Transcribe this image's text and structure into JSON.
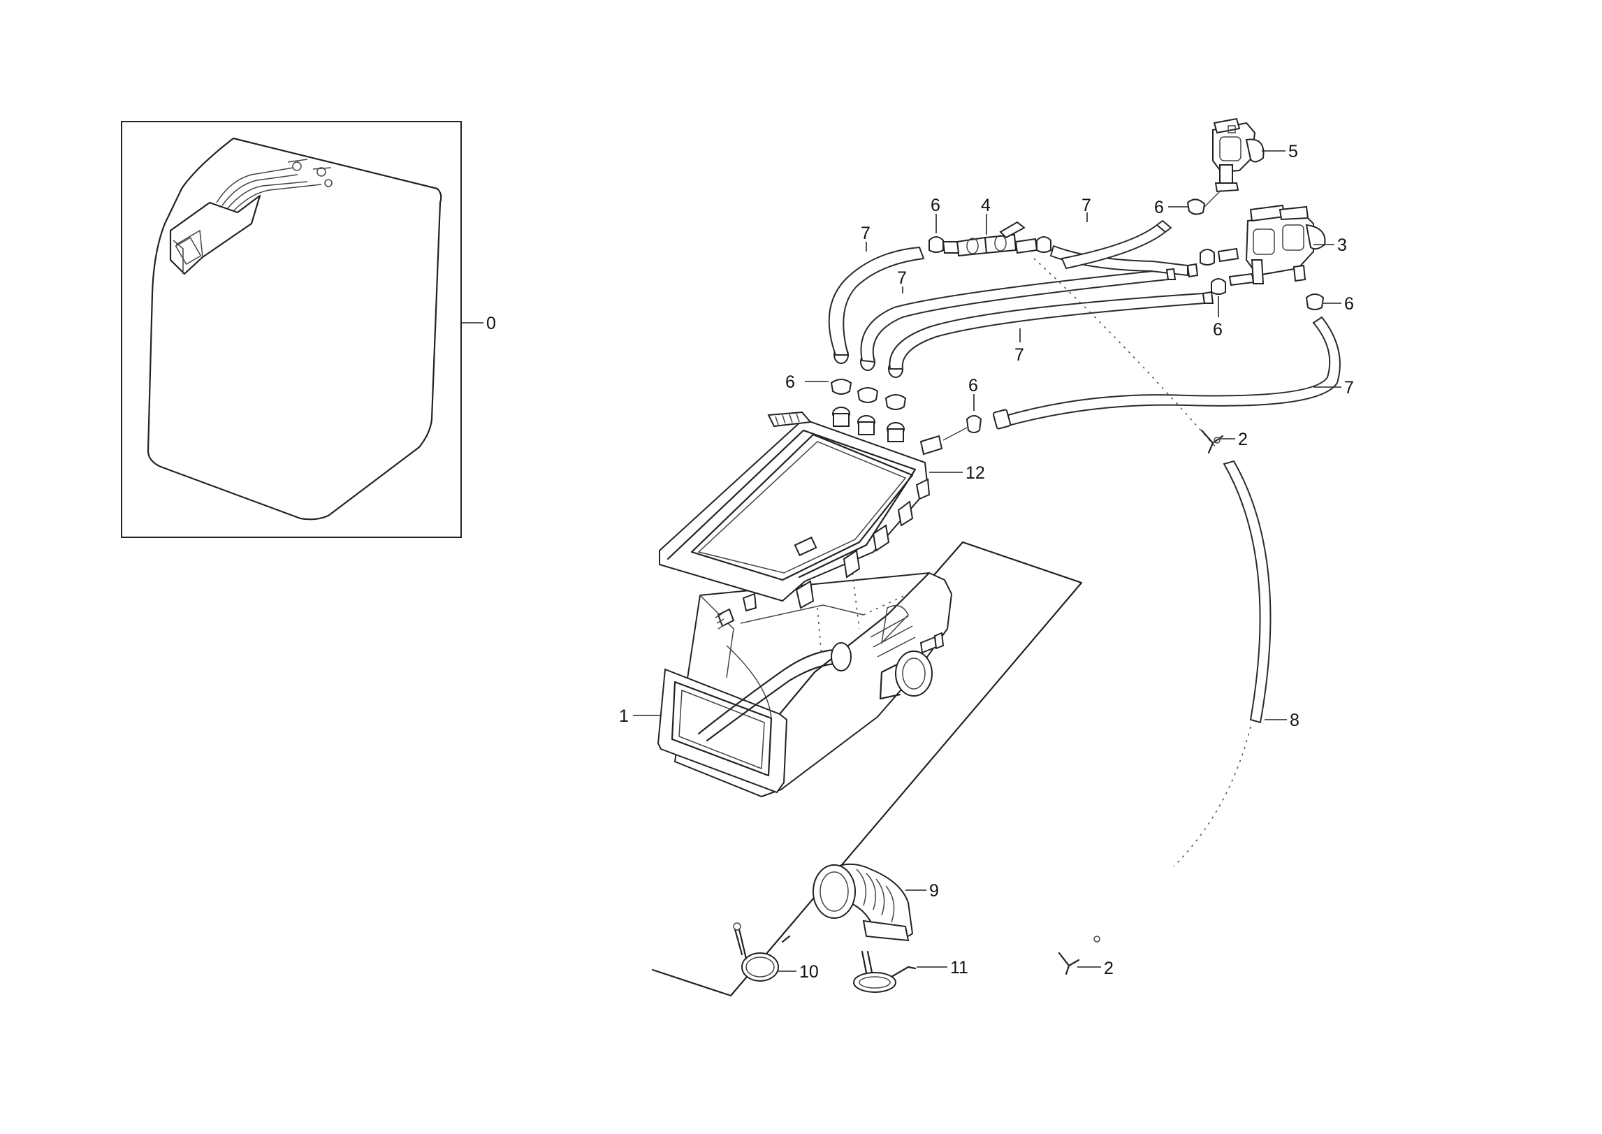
{
  "diagram": {
    "callouts": [
      {
        "id": "c0",
        "label": "0"
      },
      {
        "id": "c1",
        "label": "1"
      },
      {
        "id": "c2a",
        "label": "2"
      },
      {
        "id": "c2b",
        "label": "2"
      },
      {
        "id": "c3",
        "label": "3"
      },
      {
        "id": "c4",
        "label": "4"
      },
      {
        "id": "c5",
        "label": "5"
      },
      {
        "id": "c6a",
        "label": "6"
      },
      {
        "id": "c6b",
        "label": "6"
      },
      {
        "id": "c6c",
        "label": "6"
      },
      {
        "id": "c6d",
        "label": "6"
      },
      {
        "id": "c6e",
        "label": "6"
      },
      {
        "id": "c6f",
        "label": "6"
      },
      {
        "id": "c7a",
        "label": "7"
      },
      {
        "id": "c7b",
        "label": "7"
      },
      {
        "id": "c7c",
        "label": "7"
      },
      {
        "id": "c7d",
        "label": "7"
      },
      {
        "id": "c8",
        "label": "8"
      },
      {
        "id": "c9",
        "label": "9"
      },
      {
        "id": "c10",
        "label": "10"
      },
      {
        "id": "c11",
        "label": "11"
      },
      {
        "id": "c12",
        "label": "12"
      }
    ]
  }
}
